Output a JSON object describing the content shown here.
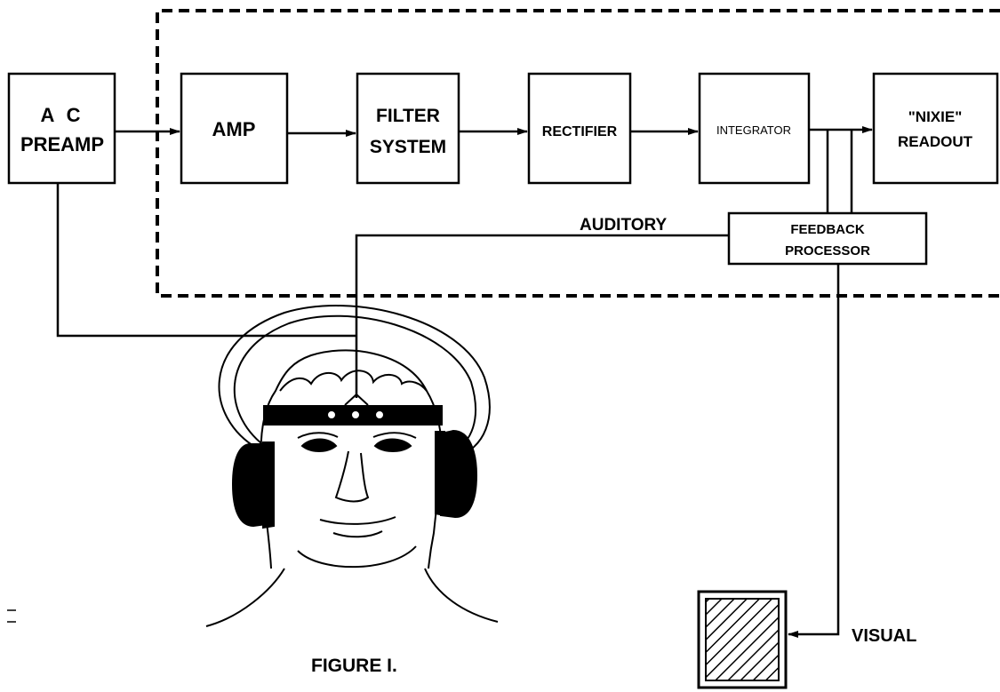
{
  "blocks": {
    "preamp_line1": "A C",
    "preamp_line2": "PREAMP",
    "amp": "AMP",
    "filter_line1": "FILTER",
    "filter_line2": "SYSTEM",
    "rectifier": "RECTIFIER",
    "integrator": "INTEGRATOR",
    "nixie_line1": "\"NIXIE\"",
    "nixie_line2": "READOUT",
    "feedback_line1": "FEEDBACK",
    "feedback_line2": "PROCESSOR"
  },
  "labels": {
    "auditory": "AUDITORY",
    "visual": "VISUAL",
    "figure_caption": "FIGURE I."
  },
  "icons": {
    "subject": "head-with-headphones-icon",
    "display": "hatched-display-icon"
  },
  "colors": {
    "ink": "#000000",
    "paper": "#ffffff"
  }
}
